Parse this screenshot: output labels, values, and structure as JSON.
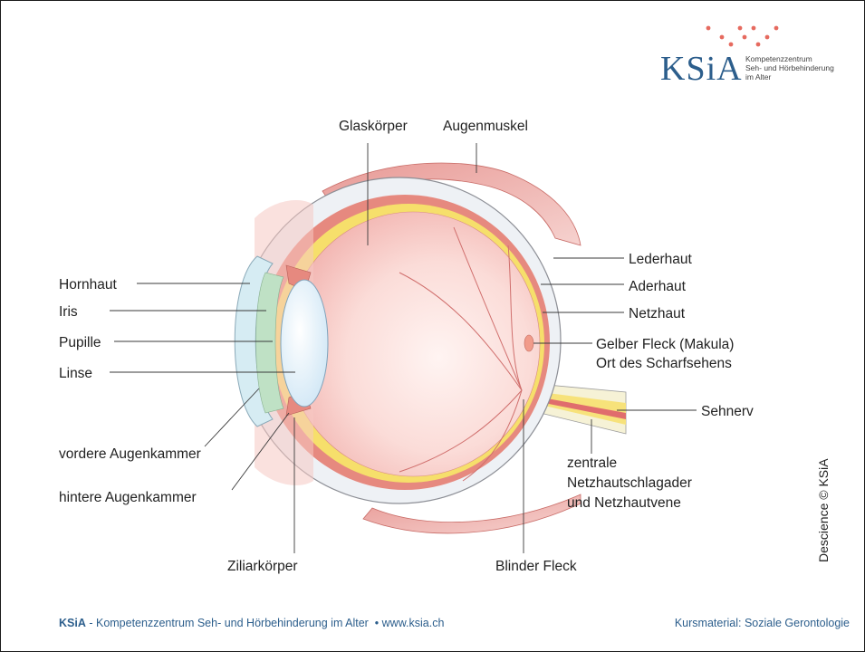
{
  "logo": {
    "name": "KSiA",
    "subtitle": [
      "Kompetenzzentrum",
      "Seh- und Hörbehinderung",
      "im Alter"
    ]
  },
  "labels": {
    "glaskoerper": "Glaskörper",
    "augenmuskel": "Augenmuskel",
    "hornhaut": "Hornhaut",
    "iris": "Iris",
    "pupille": "Pupille",
    "linse": "Linse",
    "vordere_augenkammer": "vordere Augenkammer",
    "hintere_augenkammer": "hintere Augenkammer",
    "ziliarkoerper": "Ziliarkörper",
    "blinder_fleck": "Blinder Fleck",
    "lederhaut": "Lederhaut",
    "aderhaut": "Aderhaut",
    "netzhaut": "Netzhaut",
    "gelber_fleck_1": "Gelber Fleck (Makula)",
    "gelber_fleck_2": "Ort des Scharfsehens",
    "sehnerv": "Sehnerv",
    "zentrale_1": "zentrale",
    "zentrale_2": "Netzhautschlagader",
    "zentrale_3": "und Netzhautvene"
  },
  "credit": "Descience © KSiA",
  "footer": {
    "org_short": "KSiA",
    "org_rest": " - Kompetenzzentrum Seh- und Hörbehinderung im Alter  • www.ksia.ch",
    "course": "Kursmaterial: Soziale Gerontologie"
  }
}
